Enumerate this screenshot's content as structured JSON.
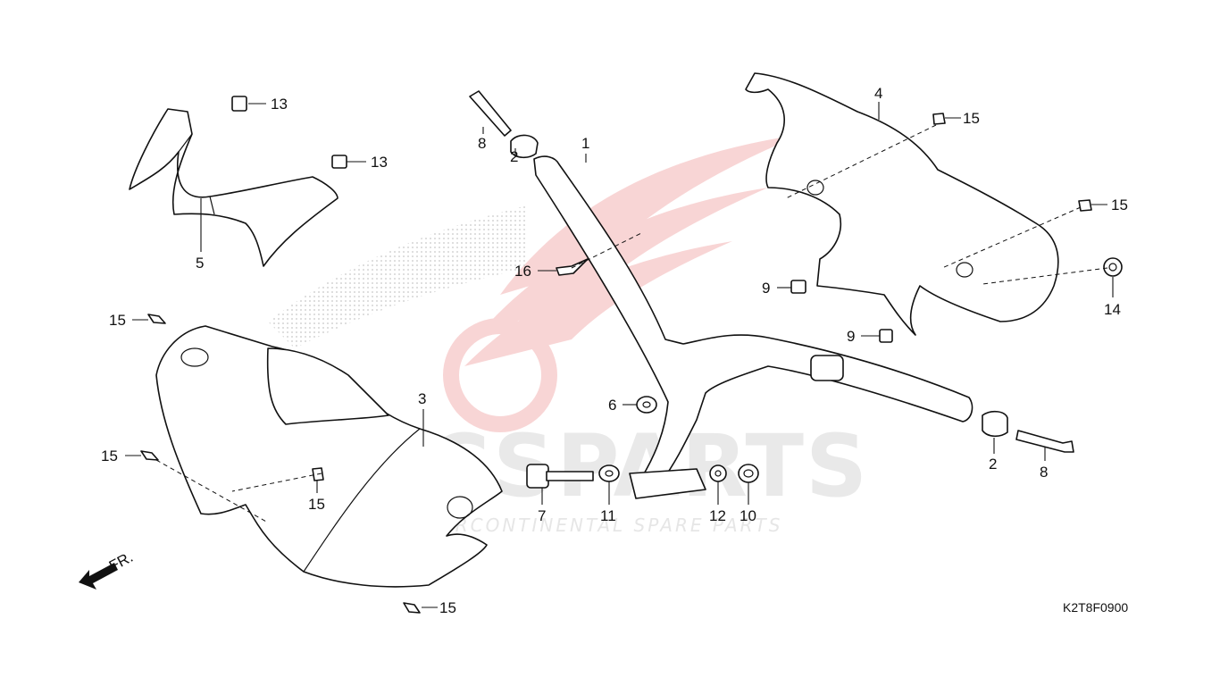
{
  "diagram": {
    "drawing_code": "K2T8F0900",
    "front_indicator": "FR.",
    "watermark": {
      "brand_main": "ICSPARTS",
      "brand_sub": "INTERCONTINENTAL SPARE PARTS"
    },
    "callouts": {
      "c1": "1",
      "c2a": "2",
      "c2b": "2",
      "c3": "3",
      "c4": "4",
      "c5": "5",
      "c6": "6",
      "c7": "7",
      "c8a": "8",
      "c8b": "8",
      "c9a": "9",
      "c9b": "9",
      "c10": "10",
      "c11": "11",
      "c12": "12",
      "c13a": "13",
      "c13b": "13",
      "c14": "14",
      "c15a": "15",
      "c15b": "15",
      "c15c": "15",
      "c15d": "15",
      "c15e": "15",
      "c15f": "15",
      "c16": "16"
    }
  }
}
